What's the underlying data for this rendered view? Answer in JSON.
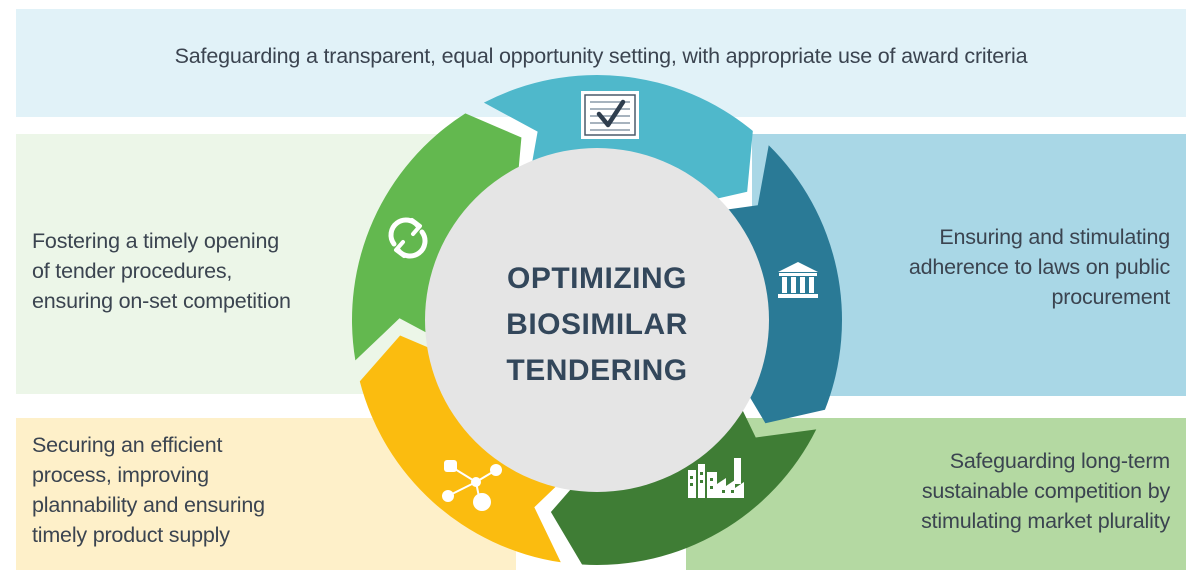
{
  "center": {
    "line1": "OPTIMIZING",
    "line2": "BIOSIMILAR",
    "line3": "TENDERING"
  },
  "panels": {
    "top": "Safeguarding a transparent, equal opportunity setting, with appropriate use of award criteria",
    "left": [
      "Fostering a timely opening",
      "of tender procedures,",
      "ensuring on-set competition"
    ],
    "right": [
      "Ensuring and stimulating",
      "adherence to laws on public",
      "procurement"
    ],
    "bottom_left": [
      "Securing an efficient",
      "process, improving",
      "plannability and ensuring",
      "timely product supply"
    ],
    "bottom_right": [
      "Safeguarding long-term",
      "sustainable competition by",
      "stimulating market plurality"
    ]
  },
  "segments": [
    {
      "name": "transparency",
      "color": "#4fb8cb",
      "icon": "checklist-icon"
    },
    {
      "name": "laws",
      "color": "#2a7a96",
      "icon": "bank-building-icon"
    },
    {
      "name": "plurality",
      "color": "#3f7d35",
      "icon": "factory-icon"
    },
    {
      "name": "efficiency",
      "color": "#fbbc0f",
      "icon": "network-nodes-icon"
    },
    {
      "name": "timely-opening",
      "color": "#63b84f",
      "icon": "refresh-arrows-icon"
    }
  ],
  "colors": {
    "center_fill": "#e5e5e5",
    "center_text": "#33475b",
    "panel_text": "#3b4450"
  }
}
